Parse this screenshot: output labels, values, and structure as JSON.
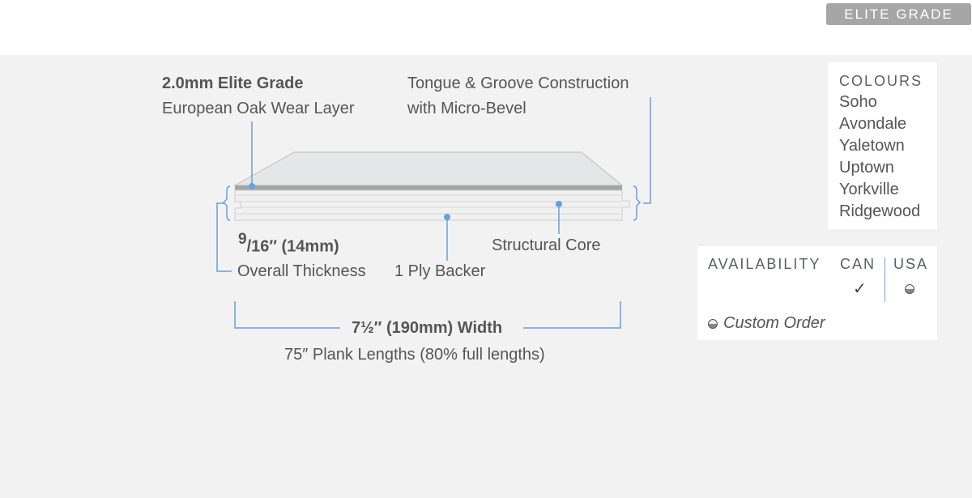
{
  "badge": "ELITE GRADE",
  "labels": {
    "wear_title": "2.0mm Elite Grade",
    "wear_sub": "European Oak Wear Layer",
    "tongue_1": "Tongue & Groove Construction",
    "tongue_2": "with Micro-Bevel",
    "thick_num": "9",
    "thick_rest": "/16″ (14mm)",
    "thick_sub": "Overall Thickness",
    "backer": "1 Ply Backer",
    "core": "Structural Core",
    "width": "7½″ (190mm) Width",
    "lengths": "75″ Plank Lengths (80% full lengths)"
  },
  "colours": {
    "title": "COLOURS",
    "items": [
      "Soho",
      "Avondale",
      "Yaletown",
      "Uptown",
      "Yorkville",
      "Ridgewood"
    ]
  },
  "availability": {
    "title": "AVAILABILITY",
    "can": "CAN",
    "usa": "USA",
    "can_mark": "✓",
    "legend": "Custom Order"
  },
  "colors": {
    "accent": "#6a9fd8",
    "panel": "#f2f2f2",
    "badge": "#a6a6a6"
  }
}
